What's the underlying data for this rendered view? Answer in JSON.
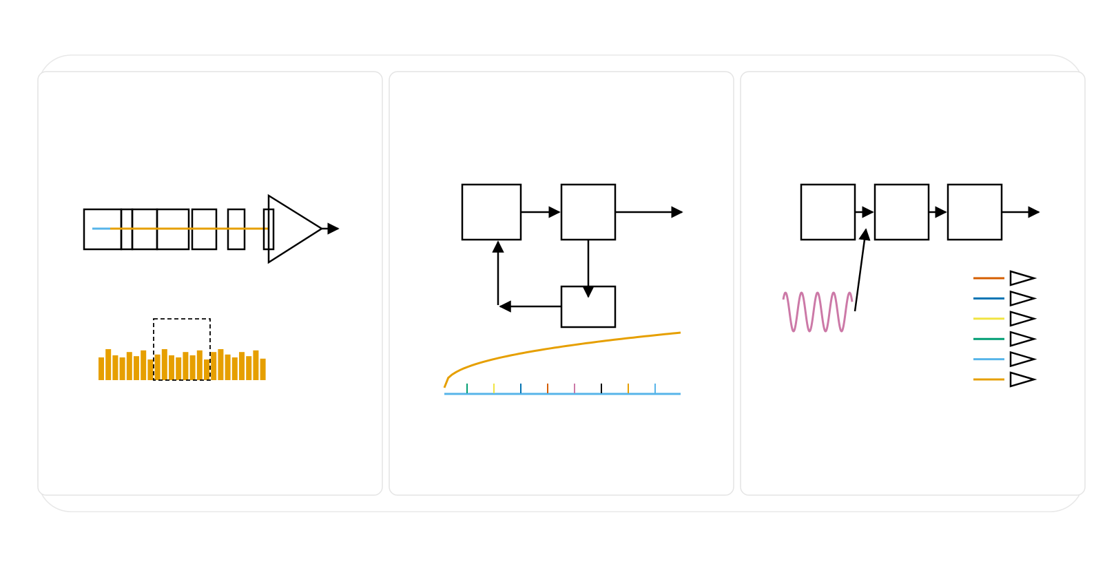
{
  "figure": {
    "panels": [
      {
        "name": "panel-a",
        "elements": [
          "optical-elements",
          "beam",
          "amplifier",
          "output-arrow",
          "spectrum-bars",
          "selection-window"
        ],
        "spectrum": {
          "bar_heights_relative": [
            0.55,
            0.75,
            0.6,
            0.55,
            0.68,
            0.58,
            0.72,
            0.5,
            0.62,
            0.75,
            0.6,
            0.55,
            0.68,
            0.6,
            0.72,
            0.5,
            0.68,
            0.75,
            0.62,
            0.55,
            0.68,
            0.58,
            0.72,
            0.52
          ]
        },
        "beam_colors": [
          "#56b4e9",
          "#e69f00"
        ]
      },
      {
        "name": "panel-b",
        "elements": [
          "block-1",
          "block-2",
          "feedback-block",
          "output-arrow",
          "feedback-arrows",
          "curve",
          "frequency-comb"
        ],
        "curve_color": "#e69f00",
        "comb_baseline_color": "#56b4e9",
        "comb_tick_colors": [
          "#009e73",
          "#f0e442",
          "#0072b2",
          "#d55e00",
          "#cc79a7",
          "#000000",
          "#e69f00",
          "#56b4e9"
        ]
      },
      {
        "name": "panel-c",
        "elements": [
          "block-1",
          "block-2",
          "block-3",
          "output-arrow",
          "modulation-input",
          "sine-wave",
          "output-channels"
        ],
        "sine_color": "#cc79a7",
        "channel_colors": [
          "#d55e00",
          "#0072b2",
          "#f0e442",
          "#009e73",
          "#56b4e9",
          "#e69f00"
        ]
      }
    ]
  }
}
